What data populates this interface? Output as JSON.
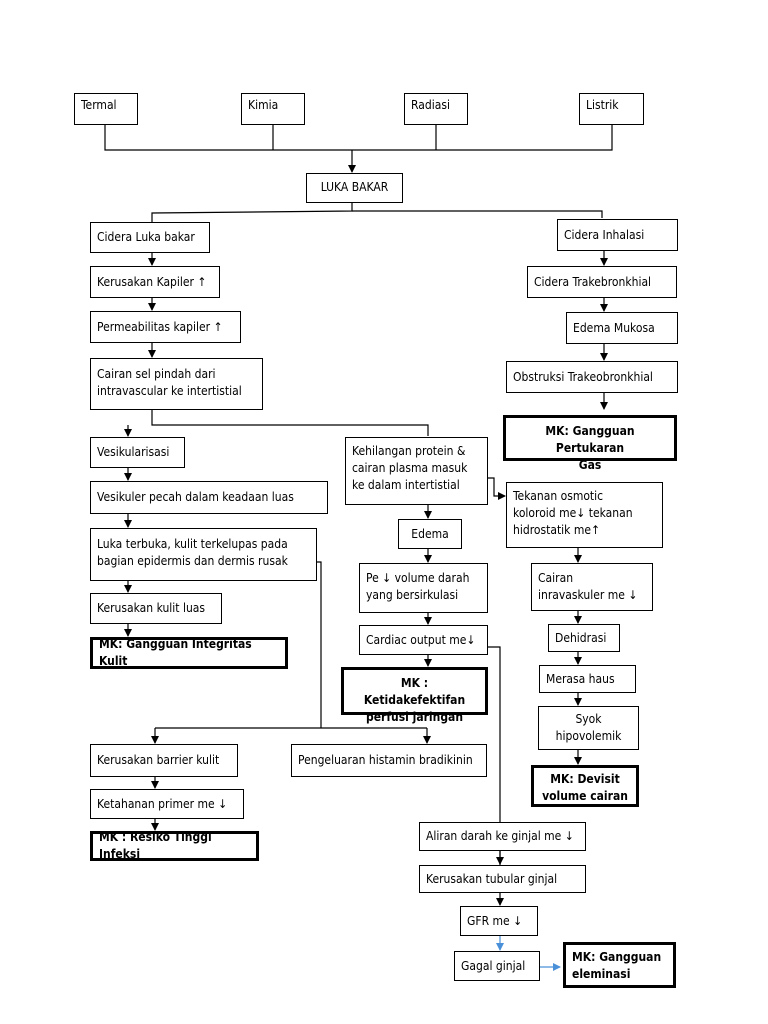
{
  "colors": {
    "line": "#000000",
    "accent_arrow": "#4a90d9"
  },
  "causes": [
    "Termal",
    "Kimia",
    "Radiasi",
    "Listrik"
  ],
  "main": "LUKA BAKAR",
  "left_branch": {
    "b1": "Cidera Luka bakar",
    "b2": "Kerusakan Kapiler ↑",
    "b3": "Permeabilitas  kapiler ↑",
    "b4": "Cairan sel pindah dari\nintravascular ke intertistial"
  },
  "vesikular": {
    "v1": "Vesikularisasi",
    "v2": "Vesikuler pecah dalam keadaan luas",
    "v3": "Luka terbuka, kulit terkelupas pada\nbagian epidermis dan dermis rusak",
    "v4": "Kerusakan kulit luas",
    "mk": "MK: Gangguan Integritas Kulit"
  },
  "protein": {
    "p1": "Kehilangan protein &\ncairan plasma masuk\nke dalam intertistial",
    "p2": "Edema",
    "p3": "Pe ↓ volume darah\nyang bersirkulasi",
    "p4": "Cardiac output me↓",
    "mk": "MK : Ketidakefektifan\nperfusi jaringan"
  },
  "tekanan": {
    "t1": "Tekanan osmotic\nkoloroid me↓ tekanan\nhidrostatik me↑",
    "t2": "Cairan\ninravaskuler me ↓",
    "t3": "Dehidrasi",
    "t4": "Merasa haus",
    "t5": "Syok\nhipovolemik",
    "mk": "MK: Devisit\nvolume cairan"
  },
  "inhalasi": {
    "i1": "Cidera Inhalasi",
    "i2": "Cidera Trakebronkhial",
    "i3": "Edema Mukosa",
    "i4": "Obstruksi  Trakeobronkhial",
    "mk": "MK: Gangguan Pertukaran\nGas"
  },
  "barrier": {
    "k1": "Kerusakan barrier kulit",
    "k2": "Ketahanan primer me ↓",
    "mk": "MK : Resiko Tinggi Infeksi",
    "h1": "Pengeluaran histamin bradikinin"
  },
  "renal": {
    "r1": "Aliran darah ke ginjal me ↓",
    "r2": "Kerusakan tubular ginjal",
    "r3": "GFR me ↓",
    "r4": "Gagal ginjal",
    "mk": "MK: Gangguan\neleminasi"
  }
}
